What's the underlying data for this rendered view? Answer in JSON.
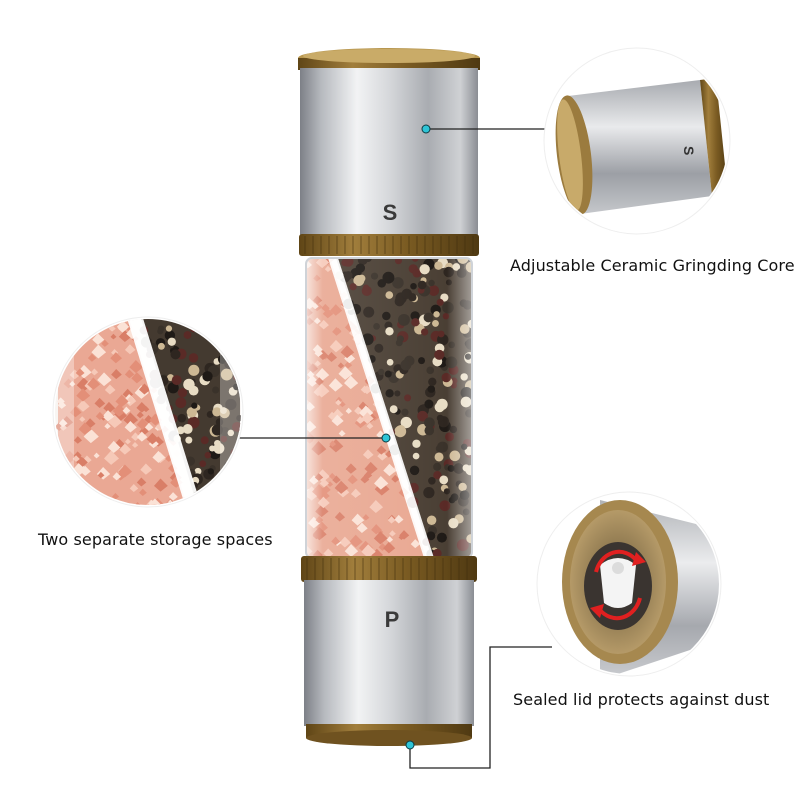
{
  "mill": {
    "top_letter": "S",
    "bottom_letter": "P"
  },
  "callouts": {
    "core": "Adjustable Ceramic Gringding Core",
    "storage": "Two separate storage spaces",
    "lid": "Sealed lid protects against dust"
  },
  "colors": {
    "background": "#ffffff",
    "steel_light": "#e6e7e9",
    "steel_dark": "#8d9096",
    "bronze": "#8a6a2e",
    "salt_pink": "#e7a48f",
    "pepper_dark": "#3b342c",
    "connector_dot": "#2ec4d6",
    "rotate_arrow": "#e02020"
  },
  "icons": [
    "rotate-arrows-icon"
  ]
}
